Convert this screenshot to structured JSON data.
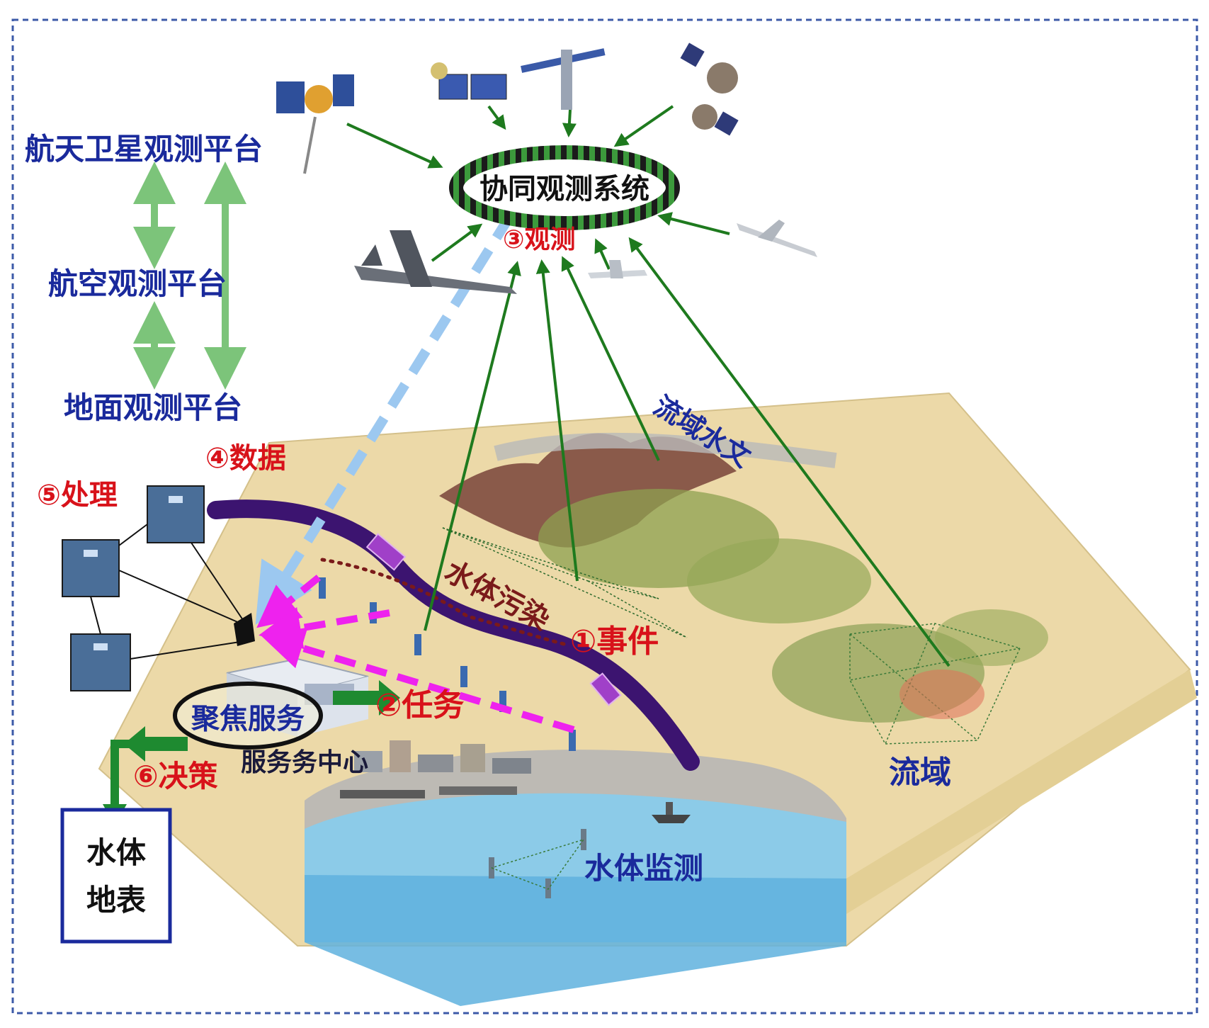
{
  "platforms": {
    "space": "航天卫星观测平台",
    "air": "航空观测平台",
    "ground": "地面观测平台"
  },
  "system": "协同观测系统",
  "steps": {
    "event": "①事件",
    "task": "②任务",
    "observe": "③观测",
    "data": "④数据",
    "process": "⑤处理",
    "decision": "⑥决策"
  },
  "labels": {
    "focus_service": "聚焦服务",
    "service_center": "服务务中心",
    "water_pollution": "水体污染",
    "basin_hydrology": "流域水文",
    "basin": "流域",
    "water_monitoring": "水体监测"
  },
  "output_box": {
    "line1": "水体",
    "line2": "地表"
  },
  "colors": {
    "label_blue": "#1a2a9c",
    "step_red": "#d8121a",
    "arrow_green": "#1e7a1e",
    "light_green": "#7cc47a",
    "magenta": "#ee22ee",
    "light_blue": "#9cc8f0",
    "river_purple": "#3c1470",
    "land": "#ecd9a8",
    "water": "#8ccbe8"
  }
}
